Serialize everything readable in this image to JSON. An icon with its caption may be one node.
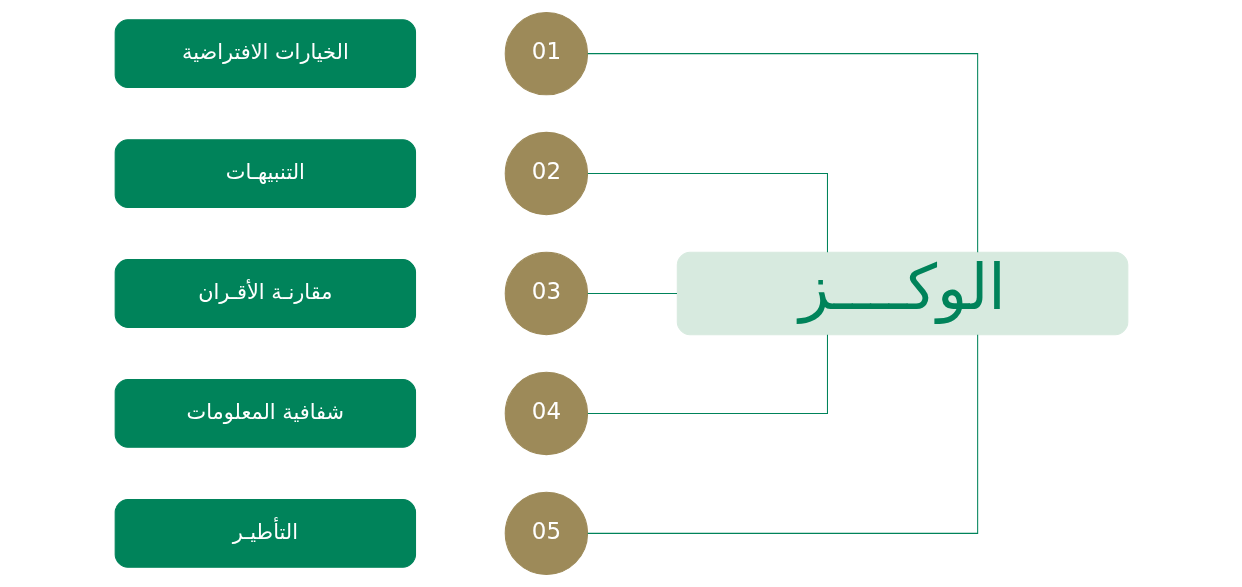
{
  "diagram": {
    "nodes": [
      {
        "text": [
          "الوكــــز"
        ]
      },
      {
        "text": [
          "01"
        ]
      },
      {
        "text": [
          "الخيارات الافتراضية"
        ]
      },
      {
        "text": [
          "02"
        ]
      },
      {
        "text": [
          "التنبيهـات"
        ]
      },
      {
        "text": [
          "03"
        ]
      },
      {
        "text": [
          "مقارنـة الأقـران"
        ]
      },
      {
        "text": [
          "04"
        ]
      },
      {
        "text": [
          "شفافية المعلومات"
        ]
      },
      {
        "text": [
          "05"
        ]
      },
      {
        "text": [
          "التأطيـر"
        ]
      }
    ],
    "edges": [
      {
        "from": 0,
        "to": 1,
        "arrow": "none"
      },
      {
        "from": 0,
        "to": 3,
        "arrow": "none"
      },
      {
        "from": 0,
        "to": 5,
        "arrow": "none"
      },
      {
        "from": 0,
        "to": 7,
        "arrow": "none"
      },
      {
        "from": 0,
        "to": 9,
        "arrow": "none"
      }
    ]
  }
}
